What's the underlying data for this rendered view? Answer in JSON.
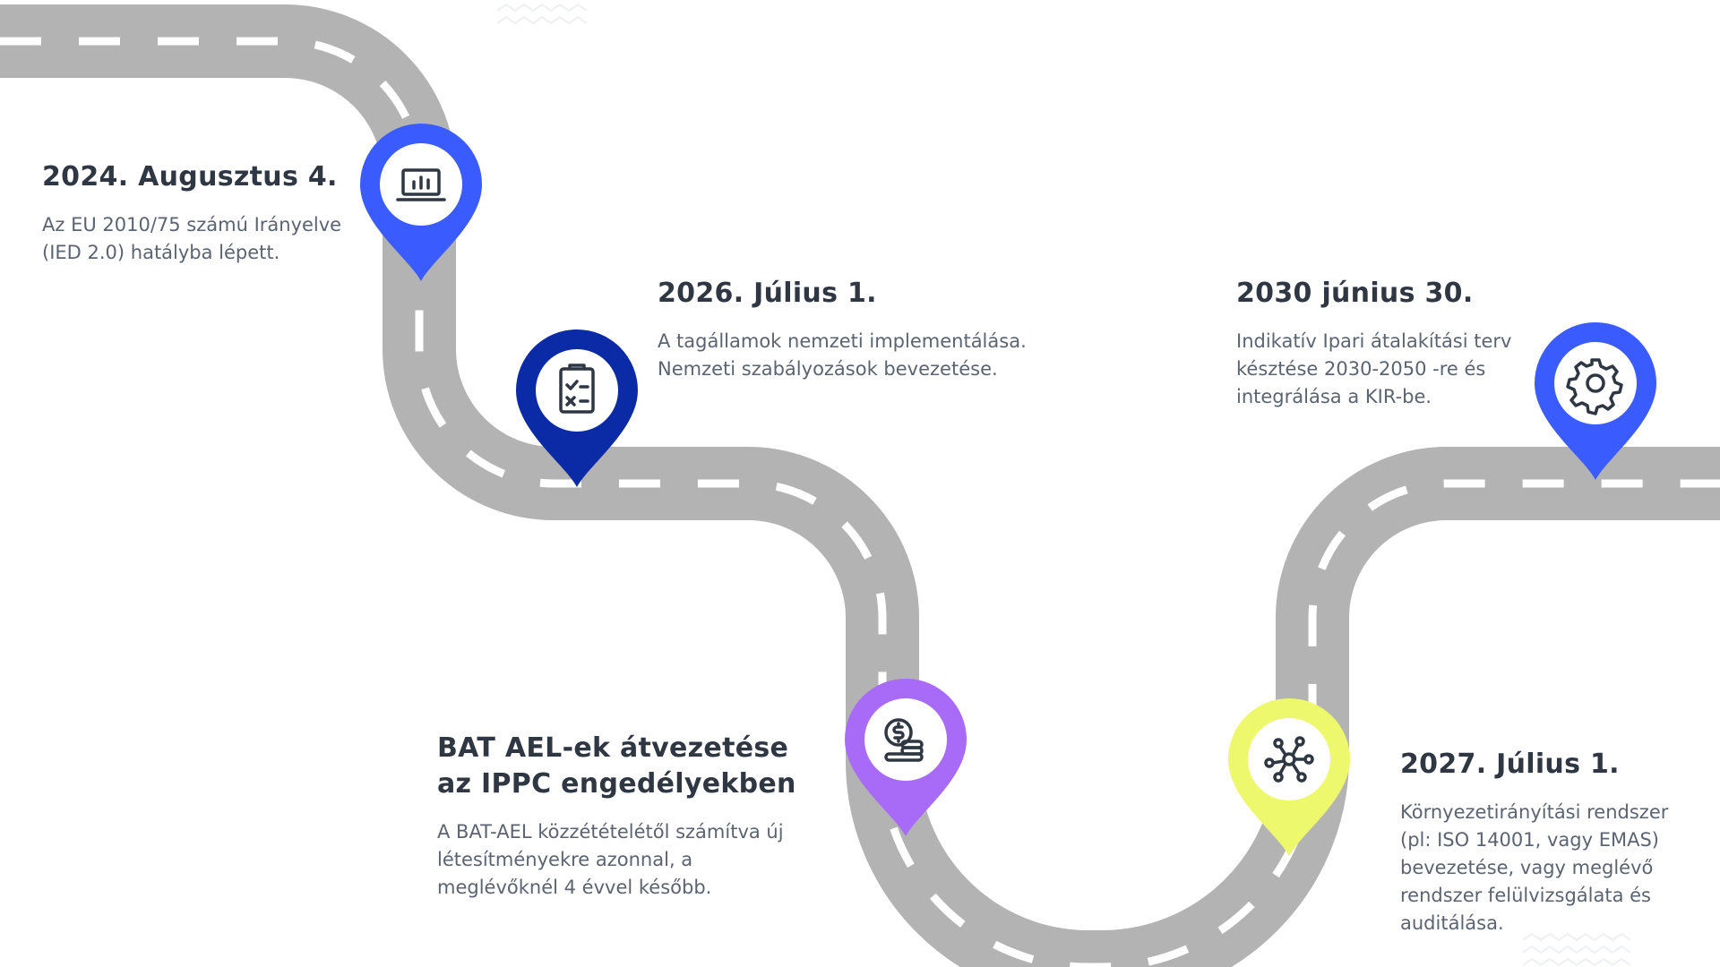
{
  "milestones": [
    {
      "title": [
        "2024. Augusztus 4."
      ],
      "desc": [
        "Az EU 2010/75 számú Irányelve",
        "(IED 2.0) hatályba lépett."
      ],
      "icon": "laptop-chart-icon",
      "color": "#3a5cff"
    },
    {
      "title": [
        "2026. Július 1."
      ],
      "desc": [
        "A tagállamok nemzeti implementálása.",
        "Nemzeti szabályozások bevezetése."
      ],
      "icon": "checklist-icon",
      "color": "#0b2ba6"
    },
    {
      "title": [
        "BAT AEL-ek átvezetése",
        "az IPPC engedélyekben"
      ],
      "desc": [
        "A BAT-AEL közzétételétől számítva új",
        "létesítményekre azonnal, a",
        "meglévőknél 4 évvel később."
      ],
      "icon": "coins-dollar-icon",
      "color": "#a86bf7"
    },
    {
      "title": [
        "2027. Július 1."
      ],
      "desc": [
        "Környezetirányítási rendszer",
        "(pl: ISO 14001, vagy EMAS)",
        "bevezetése, vagy meglévő",
        "rendszer felülvizsgálata és",
        "auditálása."
      ],
      "icon": "network-icon",
      "color": "#edf86c"
    },
    {
      "title": [
        "2030 június 30."
      ],
      "desc": [
        "Indikatív Ipari átalakítási terv",
        "késztése 2030-2050 -re és",
        "integrálása a KIR-be."
      ],
      "icon": "gear-icon",
      "color": "#3a5cff"
    }
  ],
  "colors": {
    "road": "#b3b3b3",
    "road_dash": "#ffffff",
    "text_title": "#2f3743",
    "text_body": "#5b6470"
  }
}
